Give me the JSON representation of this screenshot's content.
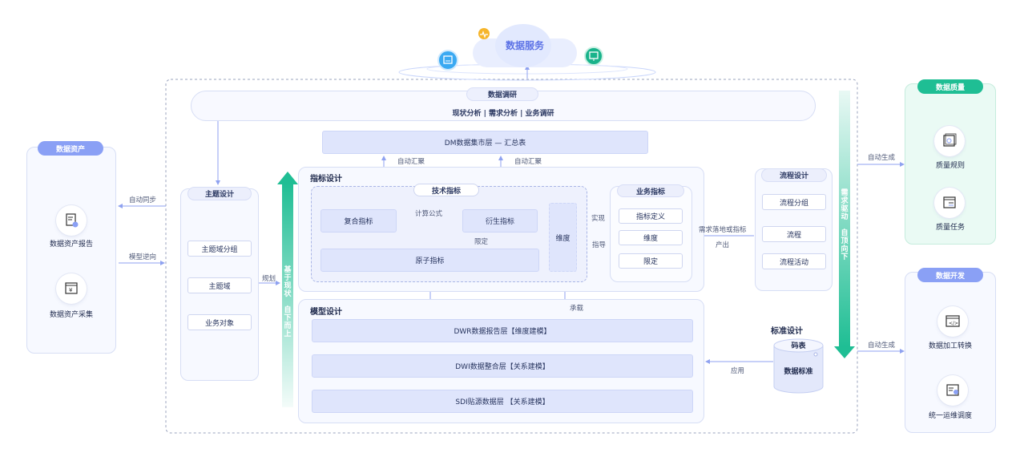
{
  "cloud": {
    "title": "数据服务"
  },
  "research": {
    "title": "数据调研",
    "subtitle": "现状分析 | 需求分析 | 业务调研"
  },
  "dm_layer": {
    "label": "DM数据集市层 — 汇总表"
  },
  "left_panel": {
    "title": "数据资产",
    "items": [
      {
        "label": "数据资产报告",
        "icon": "report-icon"
      },
      {
        "label": "数据资产采集",
        "icon": "yen-collect-icon"
      }
    ]
  },
  "subject_design": {
    "title": "主题设计",
    "items": [
      "主题域分组",
      "主题域",
      "业务对象"
    ]
  },
  "bottom_up_text": "基于现状 自下而上",
  "top_down_text": "需求驱动 自顶向下",
  "metric_design": {
    "title": "指标设计",
    "tech_title": "技术指标",
    "composite": "复合指标",
    "derived": "衍生指标",
    "atomic": "原子指标",
    "dimension": "维度",
    "biz_title": "业务指标",
    "biz_items": [
      "指标定义",
      "维度",
      "限定"
    ]
  },
  "process_design": {
    "title": "流程设计",
    "items": [
      "流程分组",
      "流程",
      "流程活动"
    ]
  },
  "model_design": {
    "title": "模型设计",
    "layers": [
      "DWR数据报告层【维度建模】",
      "DWI数据整合层【关系建模】",
      "SDI贴源数据层 【关系建模】"
    ]
  },
  "standard_design": {
    "title": "标准设计",
    "cyl_top": "码表",
    "cyl_body": "数据标准"
  },
  "quality_panel": {
    "title": "数据质量",
    "items": [
      {
        "label": "质量规则",
        "icon": "rule-icon"
      },
      {
        "label": "质量任务",
        "icon": "task-icon"
      }
    ]
  },
  "dev_panel": {
    "title": "数据开发",
    "items": [
      {
        "label": "数据加工转换",
        "icon": "code-icon"
      },
      {
        "label": "统一运维调度",
        "icon": "schedule-icon"
      }
    ]
  },
  "edge_labels": {
    "auto_sync": "自动同步",
    "model_reverse": "模型逆向",
    "plan": "规划",
    "auto_agg1": "自动汇聚",
    "auto_agg2": "自动汇聚",
    "calc_formula": "计算公式",
    "qualify": "限定",
    "implement": "实现",
    "guide": "指导",
    "req_output_1": "需求落地或指标",
    "req_output_2": "产出",
    "carry": "承载",
    "apply": "应用",
    "auto_gen1": "自动生成",
    "auto_gen2": "自动生成"
  },
  "colors": {
    "accent_blue": "#7f96f4",
    "accent_green": "#1fbe94",
    "border": "#d7def5"
  }
}
